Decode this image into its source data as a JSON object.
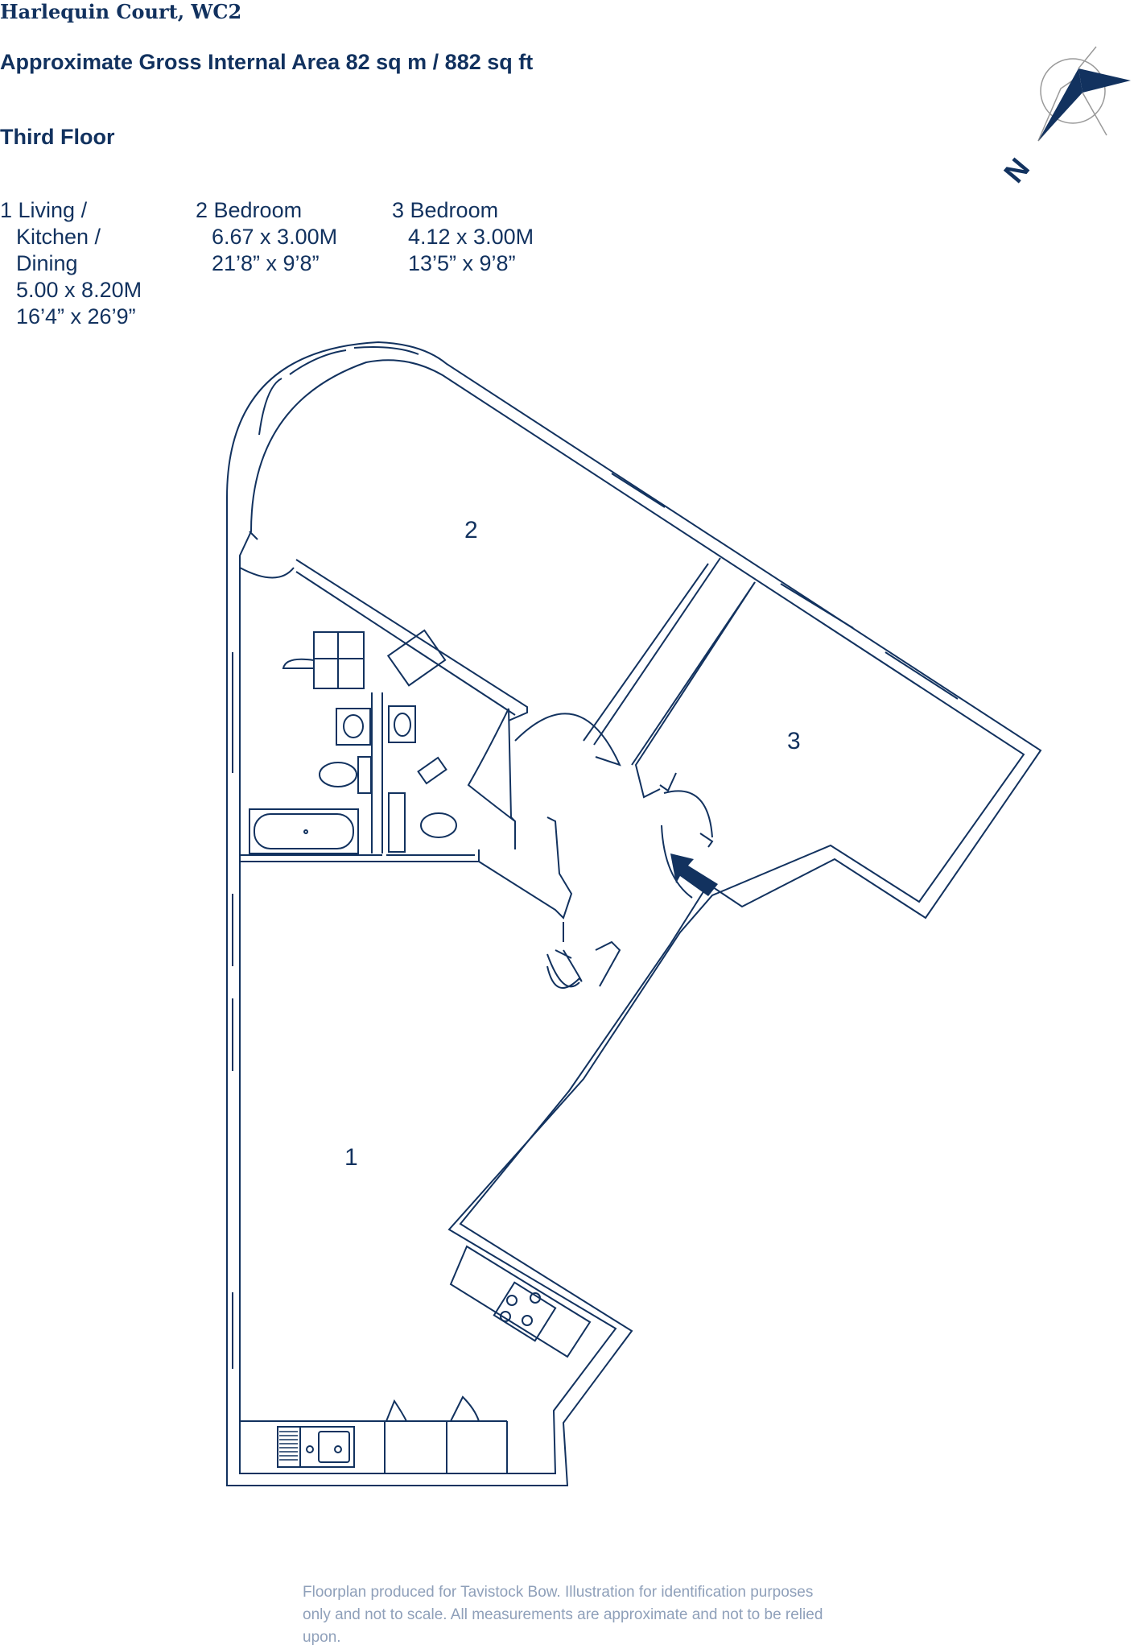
{
  "header": {
    "title": "Harlequin Court, WC2",
    "area": "Approximate Gross Internal Area 82 sq m / 882 sq ft",
    "floor": "Third Floor"
  },
  "rooms": [
    {
      "number_name": "1 Living /",
      "lines": [
        "Kitchen /",
        "Dining"
      ],
      "metric": "5.00 x 8.20M",
      "imperial": "16’4” x 26’9”"
    },
    {
      "number_name": "2 Bedroom",
      "lines": [],
      "metric": "6.67 x 3.00M",
      "imperial": "21’8” x 9’8”"
    },
    {
      "number_name": "3 Bedroom",
      "lines": [],
      "metric": "4.12 x 3.00M",
      "imperial": "13’5” x 9’8”"
    }
  ],
  "plan_labels": {
    "room1": "1",
    "room2": "2",
    "room3": "3"
  },
  "compass": {
    "letter": "N"
  },
  "footer": {
    "lines": [
      "Floorplan produced for Tavistock Bow. Illustration for identification purposes",
      "only and not to scale. All measurements are approximate and not to be relied",
      "upon."
    ]
  },
  "colors": {
    "ink": "#12325f",
    "footer_text": "#8fa0ba",
    "compass_outline": "#9a9a9a"
  }
}
